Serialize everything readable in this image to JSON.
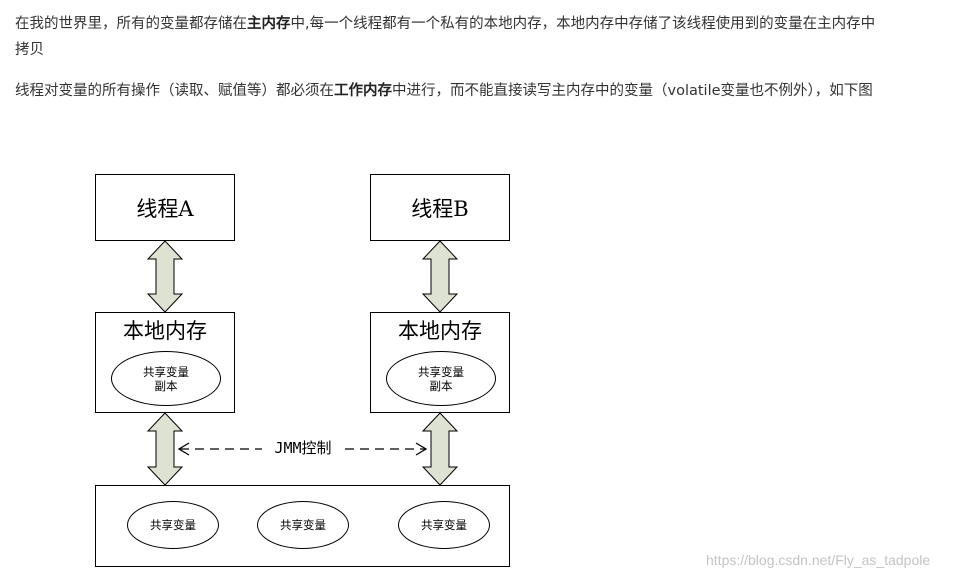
{
  "article": {
    "para1": {
      "before": "在我的世界里，所有的变量都存储在",
      "bold": "主内存",
      "after_line1": "中,每一个线程都有一个私有的本地内存，本地内存中存储了该线程使用到的变量在主内存中",
      "line2": "拷贝"
    },
    "para2": {
      "before": "线程对变量的所有操作（读取、赋值等）都必须在",
      "bold": "工作内存",
      "after": "中进行，而不能直接读写主内存中的变量（volatile变量也不例外），如下图"
    }
  },
  "diagram": {
    "thread_a": "线程A",
    "thread_b": "线程B",
    "local_memory_a": "本地内存",
    "local_memory_b": "本地内存",
    "local_copy_a": {
      "line1": "共享变量",
      "line2": "副本"
    },
    "local_copy_b": {
      "line1": "共享变量",
      "line2": "副本"
    },
    "jmm_label": "JMM控制",
    "shared_vars": [
      "共享变量",
      "共享变量",
      "共享变量"
    ]
  },
  "watermark": "https://blog.csdn.net/Fly_as_tadpole",
  "colors": {
    "text": "#333333",
    "arrow_fill": "#dde2d2",
    "line": "#000000",
    "watermark": "#c4c4c4"
  }
}
